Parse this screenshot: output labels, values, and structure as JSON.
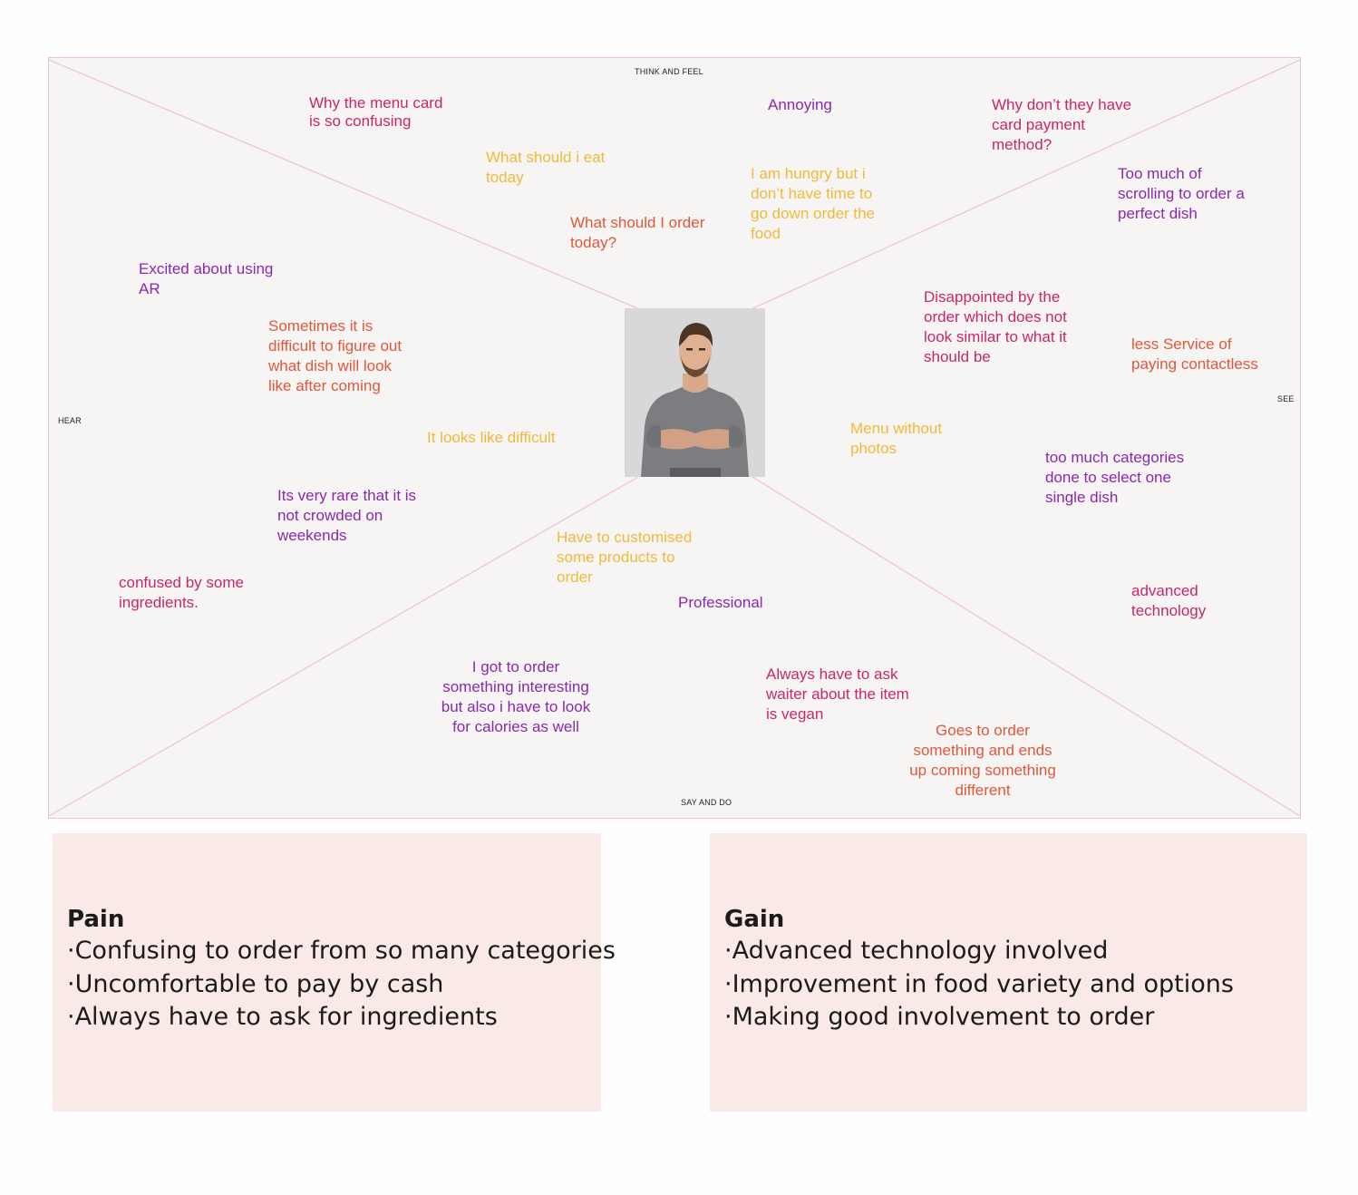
{
  "empathy_map": {
    "labels": {
      "think_and_feel": "THINK AND FEEL",
      "hear": "HEAR",
      "see": "SEE",
      "say_and_do": "SAY AND DO"
    },
    "notes": {
      "menu_confusing": "Why the menu card is so confusing",
      "annoying": "Annoying",
      "card_payment": "Why don’t they have card payment method?",
      "what_eat": "What should i eat today",
      "hungry_no_time": "I am hungry but i don’t have time to go down order the food",
      "too_much_scrolling": "Too much of scrolling to order a perfect dish",
      "what_order": "What should I order today?",
      "excited_ar": "Excited about using AR",
      "disappointed": "Disappointed by the order which does not look similar to what it should be",
      "sometimes_difficult": "Sometimes it is difficult to figure out what dish will look like after coming",
      "less_service": "less Service of paying contactless",
      "looks_difficult": "It looks like difficult",
      "menu_no_photos": "Menu without photos",
      "too_much_categories": "too much categories done to select one single dish",
      "rare_not_crowded": "Its very rare that it is not crowded on weekends",
      "customised": "Have to customised some products to order",
      "confused_ingredients": "confused by some ingredients.",
      "professional": "Professional",
      "advanced_tech": "advanced technology",
      "got_to_order": "I got to order something interesting but also i have to look for calories as well",
      "ask_waiter": "Always have to ask waiter about the item is vegan",
      "goes_to_order": "Goes to order something and ends up coming something different"
    },
    "colors": {
      "magenta": "#c8266b",
      "purple": "#8a28b0",
      "yellow": "#efba3a",
      "orange": "#e0573a",
      "diagonal_lines": "#f0bfd0",
      "panel_background": "#f9e9e7"
    }
  },
  "pain": {
    "title": "Pain",
    "items": [
      "·Confusing to order from so many categories",
      "·Uncomfortable to pay by cash",
      "·Always have to ask for ingredients"
    ]
  },
  "gain": {
    "title": "Gain",
    "items": [
      "·Advanced technology involved",
      "·Improvement in food variety and options",
      "·Making good involvement to order"
    ]
  }
}
